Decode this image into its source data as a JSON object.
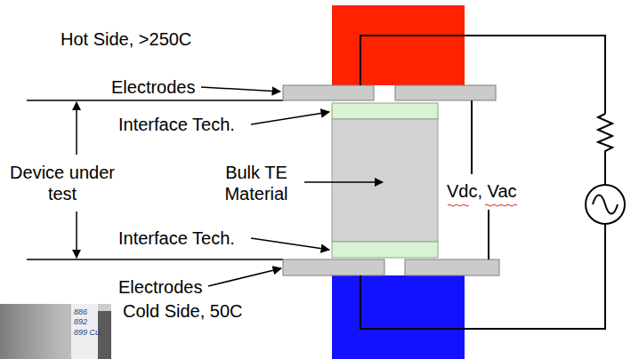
{
  "diagram": {
    "labels": [
      "Hot Side, >250C",
      "Electrodes",
      "Interface Tech.",
      "Bulk TE Material",
      "Device under test",
      "Interface Tech.",
      "Electrodes",
      "Cold Side, 50C",
      "Vdc, Vac",
      "886",
      "892",
      "899 Cu"
    ]
  }
}
